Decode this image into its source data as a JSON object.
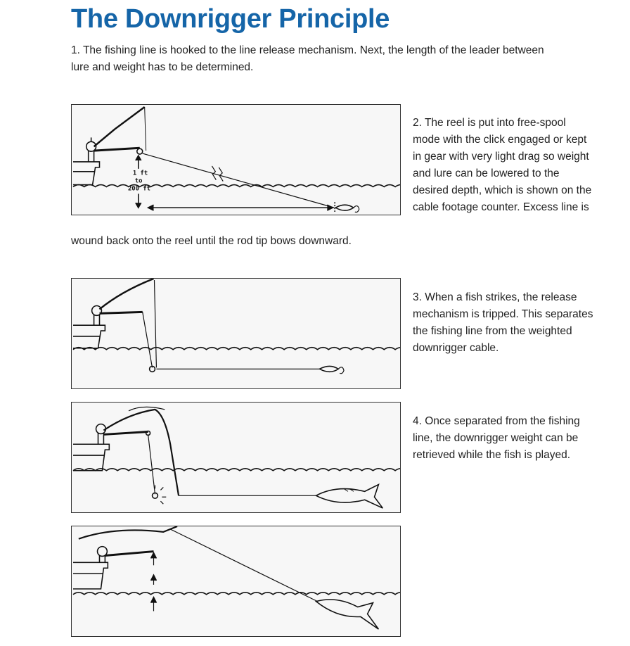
{
  "title": "The Downrigger Principle",
  "step1": "1. The fishing line is hooked to the line release mechanism. Next, the length of the leader between lure and weight has to be determined.",
  "step2_part1": "2. The reel is put into free-spool mode with the click engaged or kept in gear with very light drag so weight and lure can be lowered to the desired depth, which is shown on the cable footage counter. Excess line is",
  "step2_part2": "wound back onto the reel until the rod tip bows downward.",
  "step3": "3. When a fish strikes, the release mechanism is tripped. This separates the fishing line from the weighted downrigger cable.",
  "step4": "4. Once separated from the fishing line, the downrigger weight can be retrieved while the fish is played.",
  "depth_label": {
    "line1": "1 ft",
    "line2": "to",
    "line3": "200 ft"
  }
}
